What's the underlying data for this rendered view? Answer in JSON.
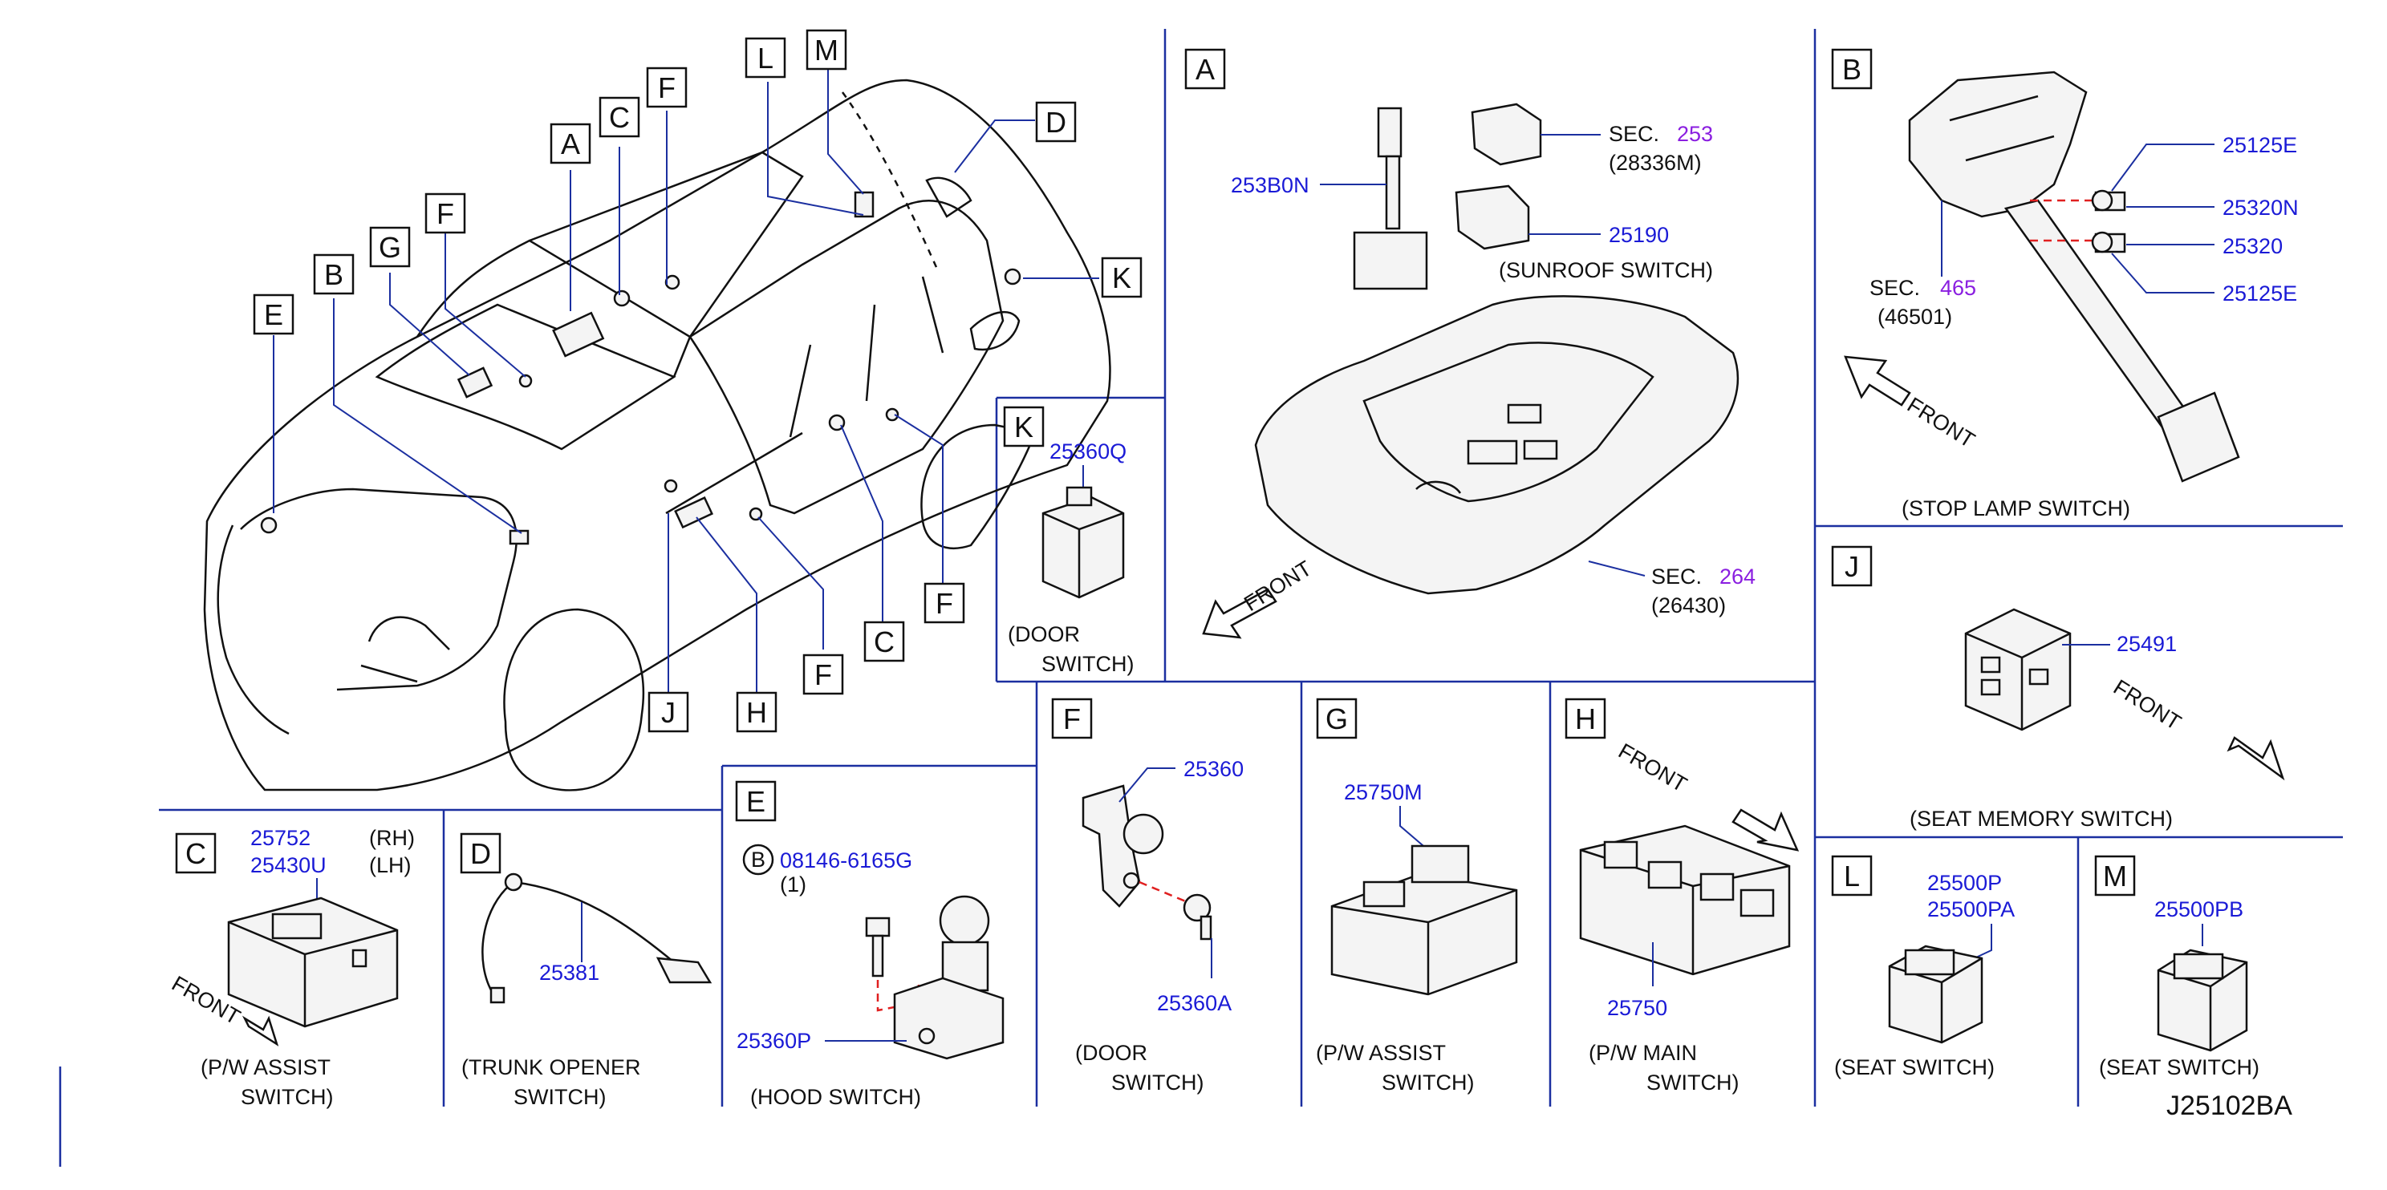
{
  "diagram_code": "J25102BA",
  "callouts": {
    "L": "L",
    "M": "M",
    "F1": "F",
    "C1": "C",
    "A": "A",
    "D": "D",
    "F2": "F",
    "G": "G",
    "B": "B",
    "E": "E",
    "K": "K",
    "C2": "C",
    "F3": "F",
    "F4": "F",
    "J": "J",
    "H": "H"
  },
  "panels": {
    "A": {
      "letter": "A",
      "sec253": "SEC.",
      "sec253_num": "253",
      "sec253_ref": "(28336M)",
      "p253b0n": "253B0N",
      "p25190": "25190",
      "caption": "(SUNROOF   SWITCH)",
      "sec264": "SEC.",
      "sec264_num": "264",
      "sec264_ref": "(26430)",
      "front": "FRONT"
    },
    "B": {
      "letter": "B",
      "p25125e_1": "25125E",
      "p25320n": "25320N",
      "p25320": "25320",
      "p25125e_2": "25125E",
      "sec": "SEC.",
      "sec_num": "465",
      "sec_ref": "(46501)",
      "front": "FRONT",
      "caption": "(STOP   LAMP   SWITCH)"
    },
    "K": {
      "letter": "K",
      "part": "25360Q",
      "caption1": "(DOOR",
      "caption2": "SWITCH)"
    },
    "J": {
      "letter": "J",
      "part": "25491",
      "front": "FRONT",
      "caption": "(SEAT   MEMORY   SWITCH)"
    },
    "C": {
      "letter": "C",
      "part_rh": "25752",
      "rh": "(RH)",
      "part_lh": "25430U",
      "lh": "(LH)",
      "front": "FRONT",
      "caption1": "(P/W   ASSIST",
      "caption2": "SWITCH)"
    },
    "D": {
      "letter": "D",
      "part": "25381",
      "caption1": "(TRUNK   OPENER",
      "caption2": "SWITCH)"
    },
    "E": {
      "letter": "E",
      "bolt_mark": "B",
      "bolt": "08146-6165G",
      "qty": "(1)",
      "part": "25360P",
      "caption": "(HOOD   SWITCH)"
    },
    "F": {
      "letter": "F",
      "part": "25360",
      "part2": "25360A",
      "caption1": "(DOOR",
      "caption2": "SWITCH)"
    },
    "G": {
      "letter": "G",
      "part": "25750M",
      "caption1": "(P/W   ASSIST",
      "caption2": "SWITCH)"
    },
    "H": {
      "letter": "H",
      "front": "FRONT",
      "part": "25750",
      "caption1": "(P/W   MAIN",
      "caption2": "SWITCH)"
    },
    "L": {
      "letter": "L",
      "part1": "25500P",
      "part2": "25500PA",
      "caption": "(SEAT   SWITCH)"
    },
    "M": {
      "letter": "M",
      "part": "25500PB",
      "caption": "(SEAT   SWITCH)"
    }
  }
}
